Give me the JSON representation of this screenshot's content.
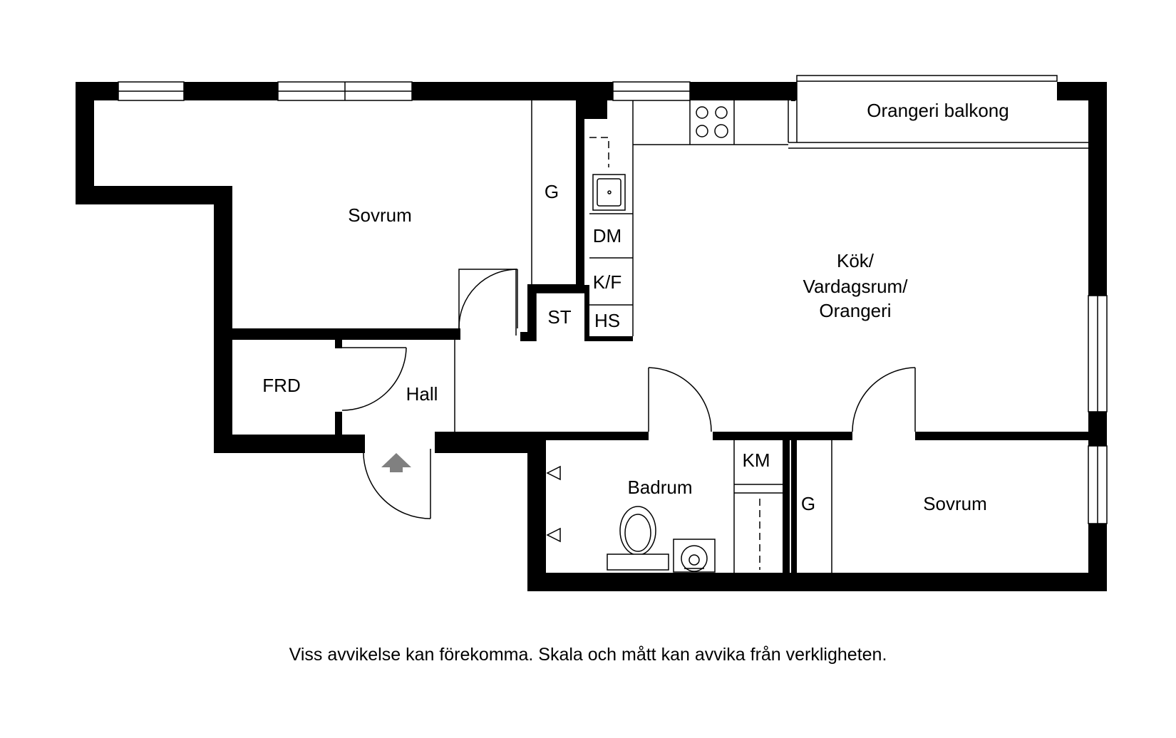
{
  "rooms": {
    "sovrum_top": "Sovrum",
    "g_top": "G",
    "dm": "DM",
    "kf": "K/F",
    "st": "ST",
    "hs": "HS",
    "kok_line1": "Kök/",
    "kok_line2": "Vardagsrum/",
    "kok_line3": "Orangeri",
    "balkong": "Orangeri balkong",
    "frd": "FRD",
    "hall": "Hall",
    "badrum": "Badrum",
    "km": "KM",
    "g_bottom": "G",
    "sovrum_bottom": "Sovrum"
  },
  "disclaimer": "Viss avvikelse kan förekomma. Skala och mått kan avvika från verkligheten.",
  "icons": [
    "entrance-arrow-icon",
    "stove-icon",
    "sink-icon",
    "toilet-icon",
    "washbasin-icon",
    "radiator-icon"
  ]
}
